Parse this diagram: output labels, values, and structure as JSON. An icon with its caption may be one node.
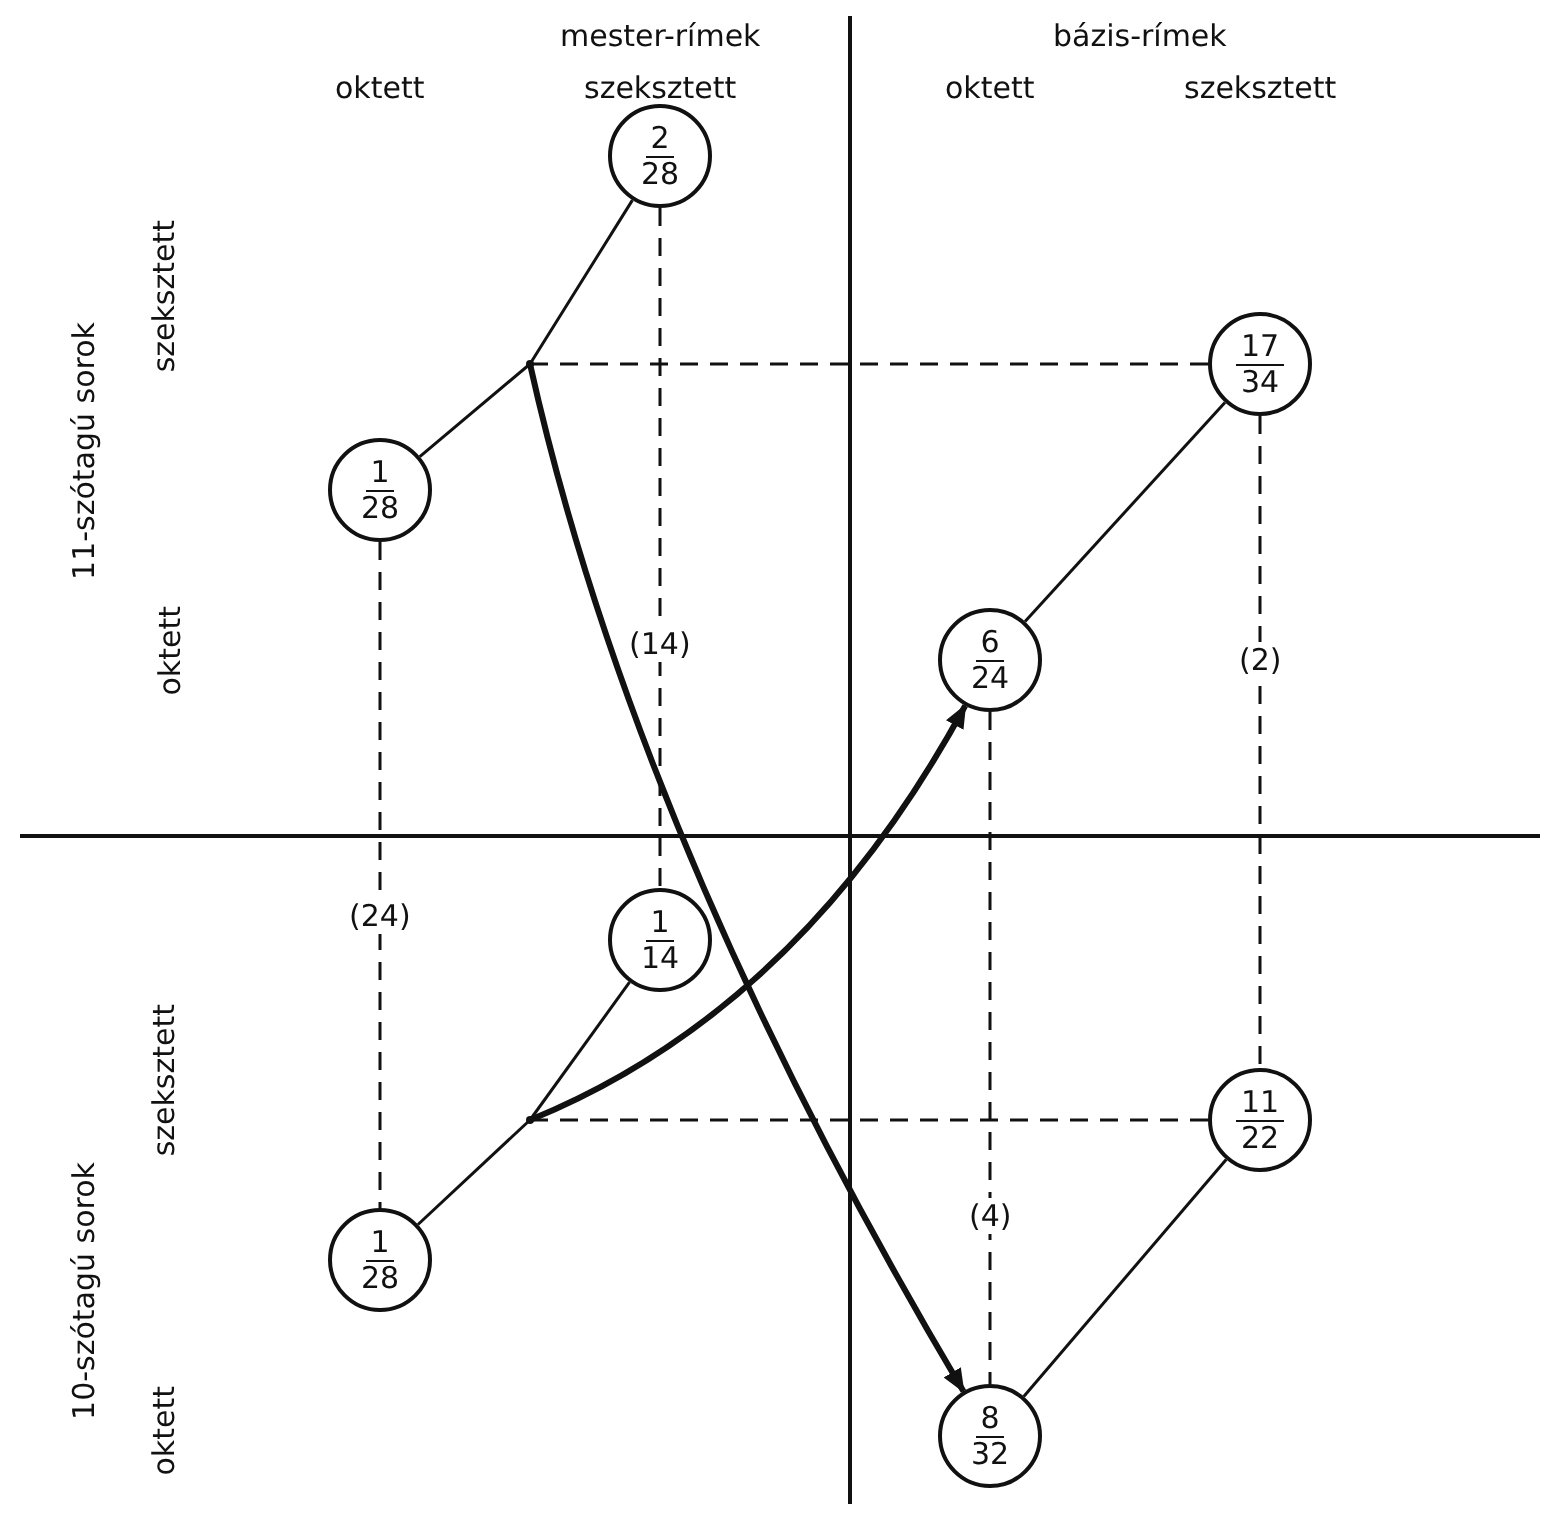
{
  "diagram": {
    "nodes": [
      {
        "text": [
          "2",
          "28"
        ]
      },
      {
        "text": [],
        "shape": "point"
      },
      {
        "text": [
          "17",
          "34"
        ]
      },
      {
        "text": [
          "1",
          "28"
        ]
      },
      {
        "text": [
          "6",
          "24"
        ]
      },
      {
        "text": [
          "1",
          "14"
        ]
      },
      {
        "text": [],
        "shape": "point"
      },
      {
        "text": [
          "11",
          "22"
        ]
      },
      {
        "text": [
          "1",
          "28"
        ]
      },
      {
        "text": [
          "8",
          "32"
        ]
      }
    ],
    "edges": [
      {
        "from": 0,
        "to": 1,
        "arrow": "none"
      },
      {
        "from": 1,
        "to": 3,
        "arrow": "none"
      },
      {
        "from": 1,
        "to": 2,
        "arrow": "none",
        "style": "dashed"
      },
      {
        "from": 0,
        "to": 5,
        "arrow": "none",
        "style": "dashed",
        "label": "(14)"
      },
      {
        "from": 2,
        "to": 4,
        "arrow": "none"
      },
      {
        "from": 3,
        "to": 8,
        "arrow": "none",
        "style": "dashed",
        "label": "(24)"
      },
      {
        "from": 2,
        "to": 7,
        "arrow": "none",
        "style": "dashed",
        "label": "(2)"
      },
      {
        "from": 4,
        "to": 9,
        "arrow": "none",
        "style": "dashed",
        "label": "(4)"
      },
      {
        "from": 5,
        "to": 6,
        "arrow": "none"
      },
      {
        "from": 6,
        "to": 8,
        "arrow": "none"
      },
      {
        "from": 6,
        "to": 7,
        "arrow": "none",
        "style": "dashed"
      },
      {
        "from": 7,
        "to": 9,
        "arrow": "none"
      },
      {
        "from": 1,
        "to": 9,
        "arrow": "to",
        "style": "thick"
      },
      {
        "from": 6,
        "to": 4,
        "arrow": "to",
        "style": "thick"
      }
    ],
    "labels": [
      "mester-rímek",
      "bázis-rímek",
      "oktett",
      "szeksztett",
      "oktett",
      "szeksztett",
      "11-szótagú sorok",
      "szeksztett",
      "oktett",
      "10-szótagú sorok",
      "szeksztett",
      "oktett"
    ]
  }
}
